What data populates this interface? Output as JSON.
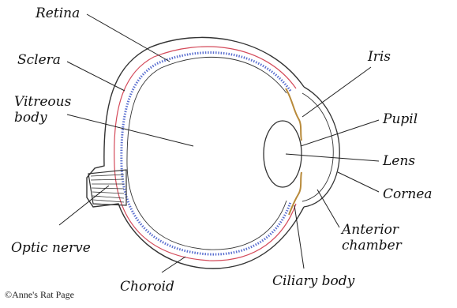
{
  "labels": {
    "retina": "Retina",
    "sclera": "Sclera",
    "vitreous_line1": "Vitreous",
    "vitreous_line2": "body",
    "optic_nerve": "Optic nerve",
    "choroid": "Choroid",
    "iris": "Iris",
    "pupil": "Pupil",
    "lens": "Lens",
    "cornea": "Cornea",
    "anterior_line1": "Anterior",
    "anterior_line2": "chamber",
    "ciliary_body": "Ciliary body"
  },
  "credit": "©Anne's Rat Page",
  "colors": {
    "outline": "#333333",
    "retina_dots": "#5a6fd0",
    "choroid_red": "#d44a5a",
    "iris_brown": "#b88a3a"
  }
}
